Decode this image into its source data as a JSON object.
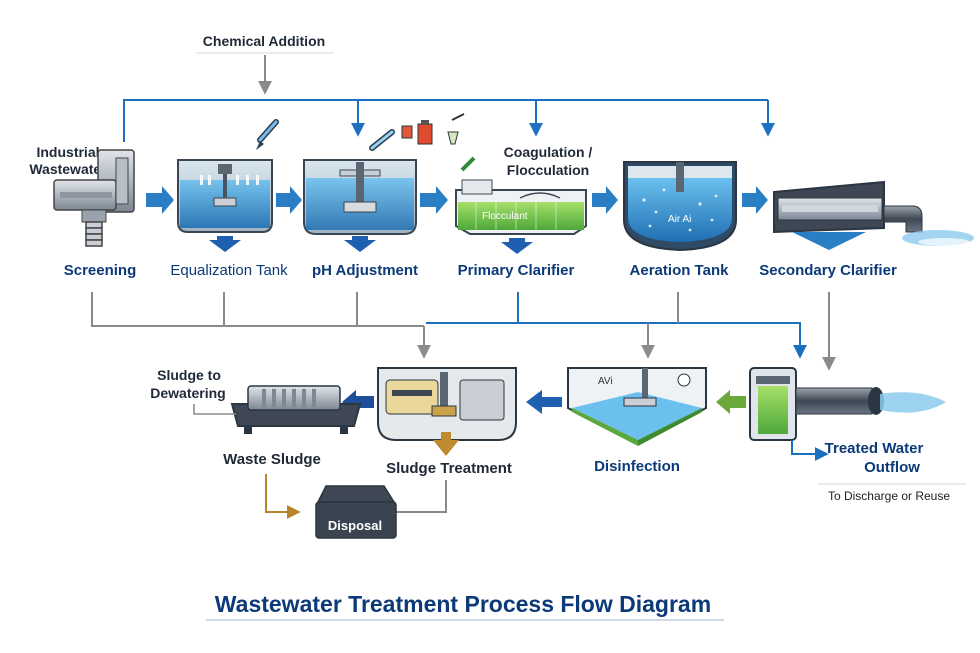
{
  "title": "Wastewater Treatment Process Flow Diagram",
  "inputs": {
    "chemical_addition": "Chemical Addition",
    "industrial_wastewater_line1": "Industrial",
    "industrial_wastewater_line2": "Wastewater"
  },
  "stages_top": [
    {
      "id": "screening",
      "label": "Screening"
    },
    {
      "id": "equalization",
      "label": "Equalization Tank"
    },
    {
      "id": "ph",
      "label": "pH Adjustment"
    },
    {
      "id": "primary",
      "label": "Primary Clarifier"
    },
    {
      "id": "aeration",
      "label": "Aeration Tank"
    },
    {
      "id": "secondary",
      "label": "Secondary Clarifier"
    }
  ],
  "coagulation": {
    "line1": "Coagulation /",
    "line2": "Flocculation"
  },
  "equipment_text": {
    "flocculant": "Flocculant",
    "air": "Air  Ai",
    "avi": "AVi"
  },
  "stages_bottom": [
    {
      "id": "sludge_treatment",
      "label": "Sludge Treatment"
    },
    {
      "id": "disinfection",
      "label": "Disinfection"
    }
  ],
  "outputs": {
    "treated_line1": "Treated Water",
    "treated_line2": "Outflow",
    "discharge": "To Discharge or Reuse",
    "sludge_dewater_line1": "Sludge to",
    "sludge_dewater_line2": "Dewatering",
    "waste_sludge": "Waste Sludge",
    "disposal": "Disposal"
  },
  "colors": {
    "flow_blue": "#2a7fc4",
    "line_blue": "#1d6fc0",
    "line_gray": "#8a8a8a",
    "dark_blue_arrow": "#1f5fb0",
    "green_arrow": "#6aa83a",
    "sludge_arrow": "#b8862a",
    "label_blue": "#0c3a78",
    "water": "#5aaee0",
    "green_fill": "#7cc74a"
  }
}
